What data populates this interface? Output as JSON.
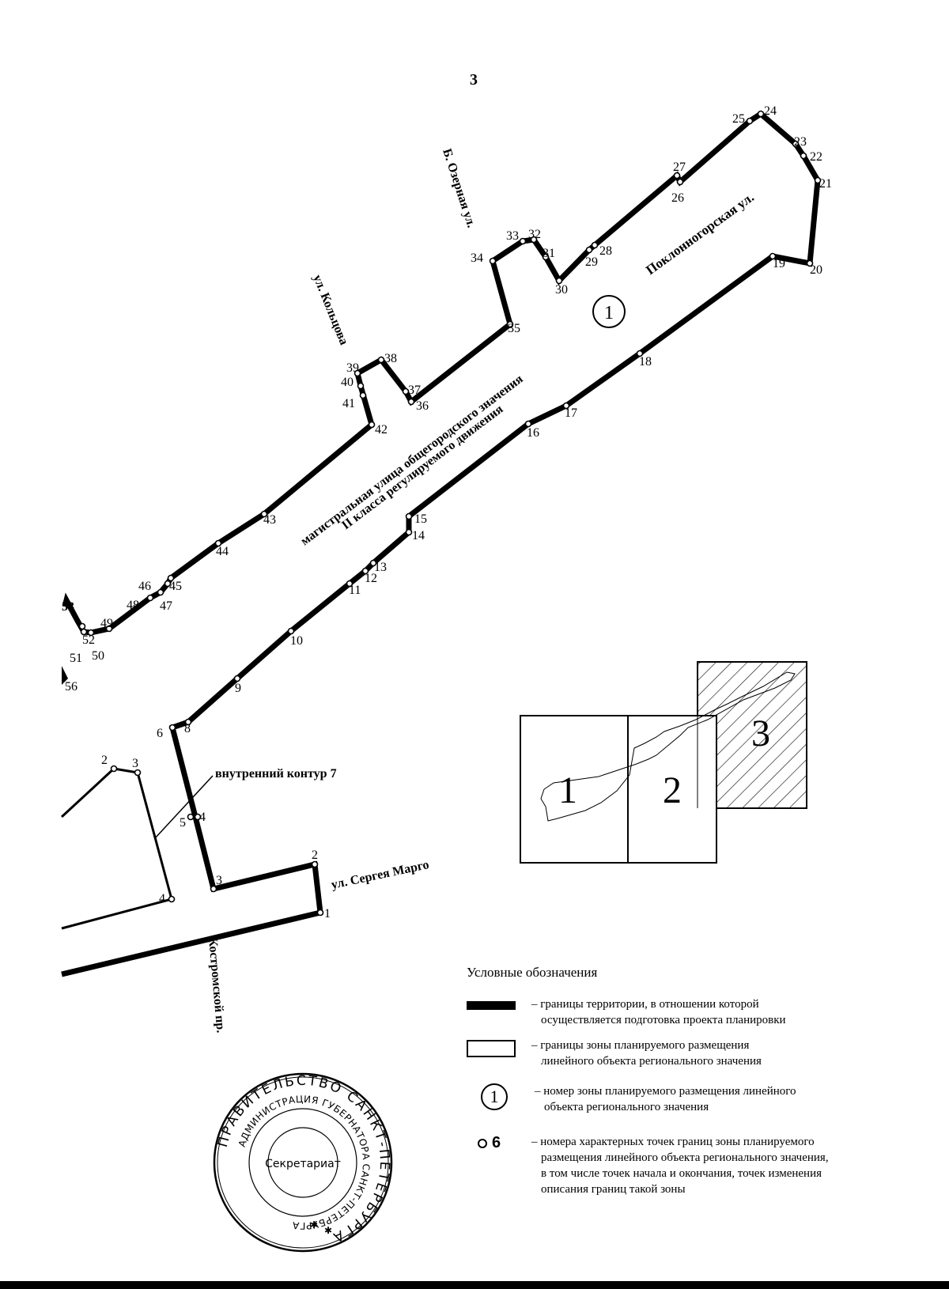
{
  "page_number": "3",
  "streets": {
    "b_ozernaya": "Б. Озерная ул.",
    "koltsova": "ул. Кольцова",
    "poklonnogorskaya": "Поклонногорская ул.",
    "magistral_line1": "магистральная улица общегородского значения",
    "magistral_line2": "II класса регулируемого движения",
    "sergeya_margo": "ул. Сергея Марго",
    "kostromskoy": "Костромской пр.",
    "inner_contour": "внутренний контур 7"
  },
  "zone_number": "1",
  "outer_points": [
    "1",
    "2",
    "3",
    "4",
    "5",
    "6",
    "8",
    "9",
    "10",
    "11",
    "12",
    "13",
    "14",
    "15",
    "16",
    "17",
    "18",
    "19",
    "20",
    "21",
    "22",
    "23",
    "24",
    "25",
    "26",
    "27",
    "28",
    "29",
    "30",
    "31",
    "32",
    "33",
    "34",
    "35",
    "36",
    "37",
    "38",
    "39",
    "40",
    "41",
    "42",
    "43",
    "44",
    "45",
    "46",
    "47",
    "48",
    "49",
    "50",
    "51",
    "52",
    "53",
    "56"
  ],
  "inner_points": [
    "2",
    "3",
    "4"
  ],
  "key_map": {
    "sheets": [
      "1",
      "2",
      "3"
    ]
  },
  "legend": {
    "title": "Условные обозначения",
    "items": [
      {
        "symbol": "thick-line",
        "text_line1": "– границы территории, в отношении которой",
        "text_line2": "осуществляется подготовка проекта планировки"
      },
      {
        "symbol": "rectangle",
        "text_line1": "– границы зоны планируемого размещения",
        "text_line2": "линейного объекта регионального значения"
      },
      {
        "symbol": "circle",
        "glyph": "1",
        "text_line1": "– номер зоны планируемого размещения линейного",
        "text_line2": "объекта регионального значения"
      },
      {
        "symbol": "point",
        "glyph": "6",
        "text_line1": "– номера характерных точек границ зоны планируемого",
        "text_line2": "размещения линейного объекта регионального значения,",
        "text_line3": "в том числе точек начала и окончания, точек изменения",
        "text_line4": "описания границ такой зоны"
      }
    ]
  },
  "stamp": {
    "outer_text": "ПРАВИТЕЛЬСТВО САНКТ-ПЕТЕРБУРГА",
    "inner_text": "АДМИНИСТРАЦИЯ ГУБЕРНАТОРА САНКТ-ПЕТЕРБУРГА",
    "center": "Секретариат"
  }
}
